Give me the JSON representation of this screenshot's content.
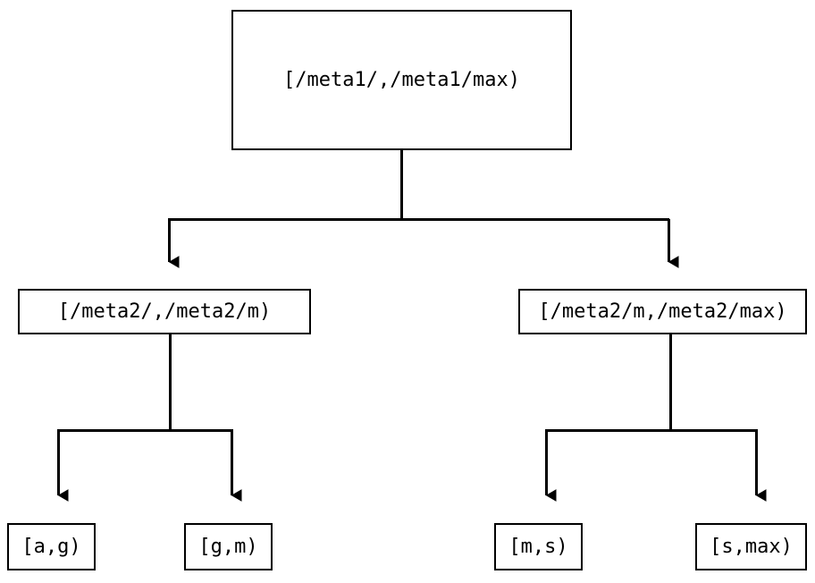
{
  "diagram": {
    "type": "tree",
    "orientation": "top-down",
    "background_color": "#ffffff",
    "line_color": "#000000",
    "box_border_color": "#000000",
    "box_fill_color": "#ffffff",
    "text_color": "#000000",
    "arrowhead_style": "solid-triangle-down",
    "nodes": {
      "root": {
        "label": "[/meta1/,/meta1/max)"
      },
      "level2": [
        {
          "label": "[/meta2/,/meta2/m)"
        },
        {
          "label": "[/meta2/m,/meta2/max)"
        }
      ],
      "leaves": [
        {
          "label": "[a,g)"
        },
        {
          "label": "[g,m)"
        },
        {
          "label": "[m,s)"
        },
        {
          "label": "[s,max)"
        }
      ]
    }
  }
}
